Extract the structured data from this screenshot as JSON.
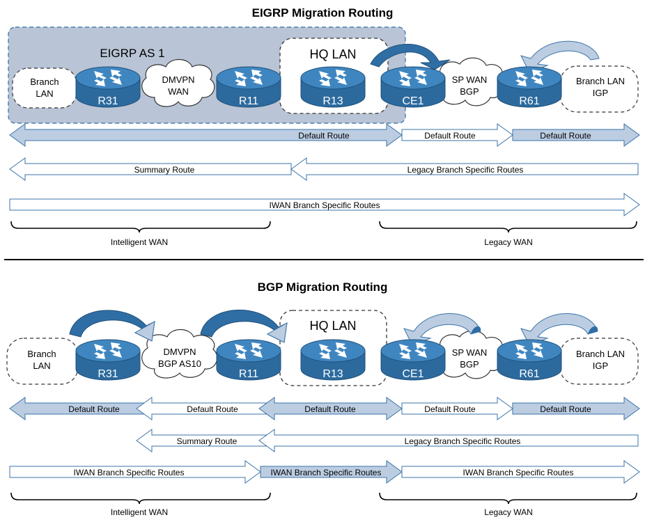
{
  "top": {
    "title": "EIGRP Migration Routing",
    "as_label": "EIGRP AS 1",
    "hq_label": "HQ LAN",
    "branch_left": [
      "Branch",
      "LAN"
    ],
    "cloud": [
      "DMVPN",
      "WAN"
    ],
    "sp_wan": [
      "SP WAN",
      "BGP"
    ],
    "branch_right": [
      "Branch LAN",
      "IGP"
    ],
    "routers": [
      "R31",
      "R11",
      "R13",
      "CE1",
      "R61"
    ],
    "row1": [
      "Default Route",
      "Default Route",
      "Default Route"
    ],
    "row2": [
      "Summary Route",
      "Legacy Branch Specific Routes"
    ],
    "row3": [
      "IWAN Branch Specific Routes"
    ],
    "brace_left": "Intelligent WAN",
    "brace_right": "Legacy WAN"
  },
  "bottom": {
    "title": "BGP Migration Routing",
    "hq_label": "HQ LAN",
    "branch_left": [
      "Branch",
      "LAN"
    ],
    "cloud": [
      "DMVPN",
      "BGP AS10"
    ],
    "sp_wan": [
      "SP WAN",
      "BGP"
    ],
    "branch_right": [
      "Branch LAN",
      "IGP"
    ],
    "routers": [
      "R31",
      "R11",
      "R13",
      "CE1",
      "R61"
    ],
    "row1": [
      "Default Route",
      "Default Route",
      "Default Route",
      "Default Route",
      "Default Route"
    ],
    "row2": [
      "Summary Route",
      "Legacy Branch Specific Routes"
    ],
    "row3": [
      "IWAN Branch Specific Routes",
      "IWAN Branch Specific Routes",
      "IWAN Branch Specific Routes"
    ],
    "brace_left": "Intelligent WAN",
    "brace_right": "Legacy WAN"
  },
  "colors": {
    "router_dark": "#2c6a9e",
    "router_top": "#3f86c0",
    "eigrp_shade": "#b9c4d6",
    "arrow_fill": "#bccde2",
    "arrow_stroke": "#3a73a8",
    "curve_dark": "#2f6ea5",
    "curve_light": "#bccde2"
  }
}
